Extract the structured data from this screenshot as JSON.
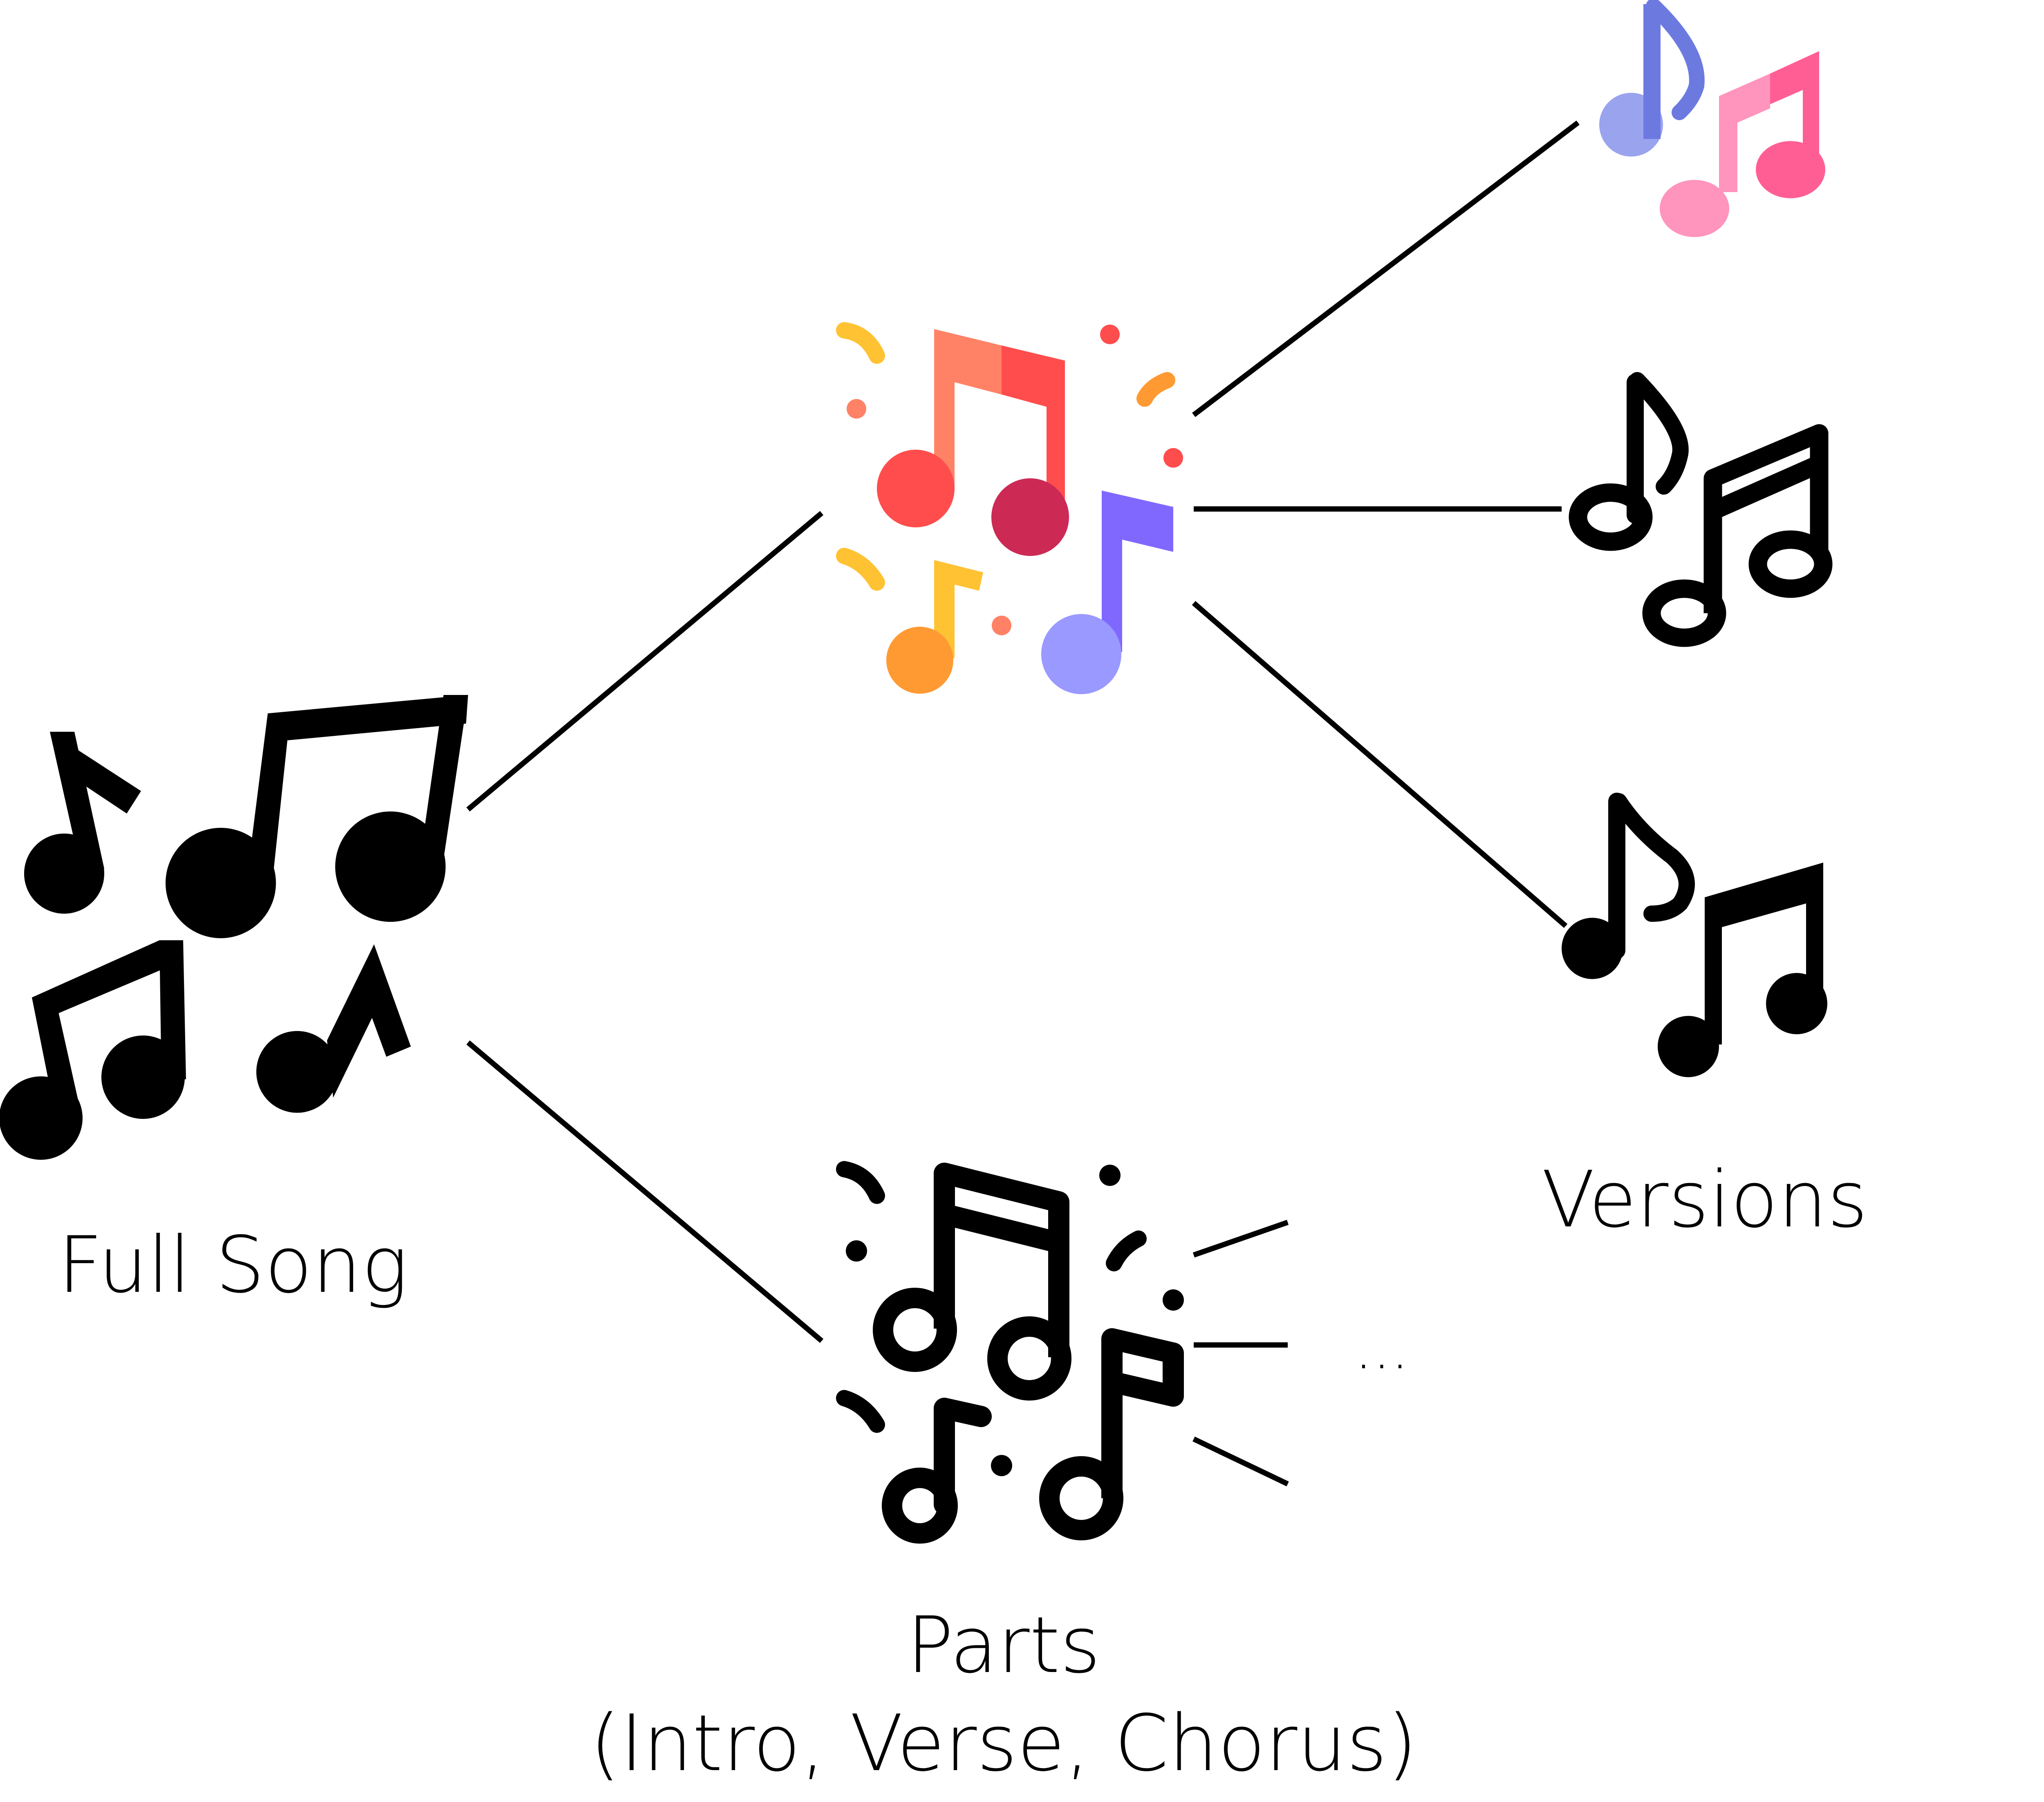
{
  "labels": {
    "full_song": "Full Song",
    "versions": "Versions",
    "parts": "Parts",
    "parts_detail": "(Intro, Verse, Chorus)",
    "ellipsis": "..."
  },
  "icons": {
    "full_song": "music-notes-black-icon",
    "main": "music-notes-colored-icon",
    "parts": "music-notes-outline-icon",
    "version_1": "music-notes-pink-blue-icon",
    "version_2": "music-notes-outline-icon",
    "version_3": "music-notes-filled-icon"
  },
  "colors": {
    "stroke": "#000000",
    "red": "#ff4d4d",
    "salmon": "#ff8266",
    "crimson": "#cc2a55",
    "purple": "#8068ff",
    "lavender": "#9999ff",
    "orange": "#ff9a33",
    "yellow": "#ffc233",
    "pink": "#ff5e95",
    "light_pink": "#ff94bd",
    "blue": "#6c7ae0",
    "light_blue": "#9aa3ee"
  }
}
